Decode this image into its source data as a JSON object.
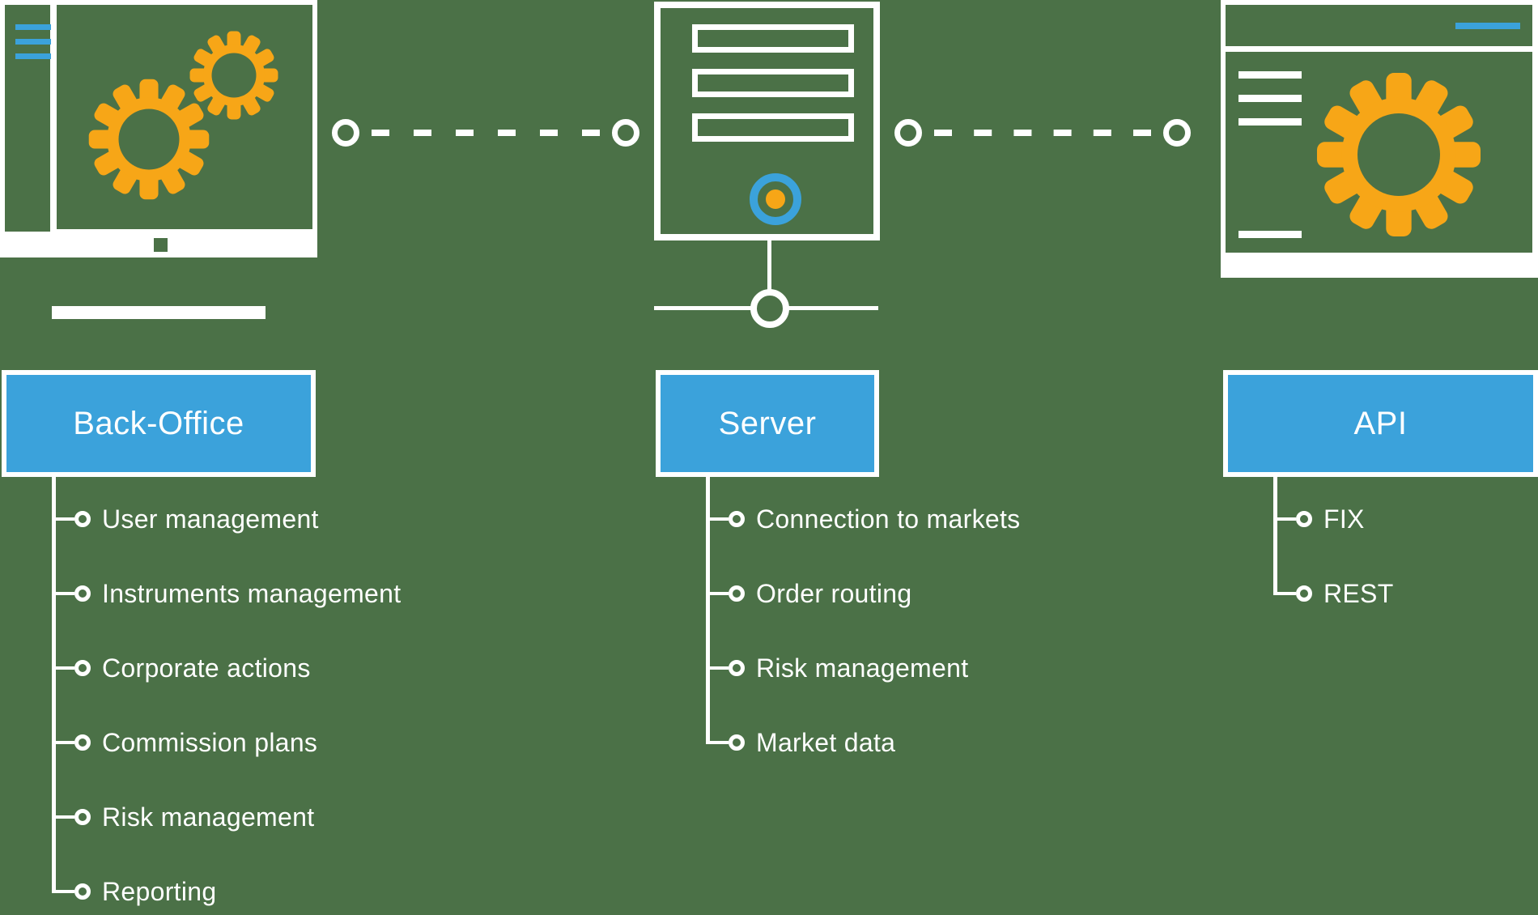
{
  "colors": {
    "background": "#4b7147",
    "accent_blue": "#3ba2db",
    "accent_orange": "#f7a617",
    "white": "#ffffff"
  },
  "icons": {
    "back_office": "monitor-with-gears-icon",
    "server": "server-tower-icon",
    "api": "browser-window-gear-icon",
    "connectors": "dashed-link-with-nodes-icon",
    "menu": "hamburger-menu-icon",
    "indicator": "status-indicator-icon",
    "network": "network-node-icon"
  },
  "columns": [
    {
      "id": "back-office",
      "label": "Back-Office",
      "items": [
        "User management",
        "Instruments management",
        "Corporate actions",
        "Commission plans",
        "Risk management",
        "Reporting"
      ]
    },
    {
      "id": "server",
      "label": "Server",
      "items": [
        "Connection to markets",
        "Order routing",
        "Risk management",
        "Market data"
      ]
    },
    {
      "id": "api",
      "label": "API",
      "items": [
        "FIX",
        "REST"
      ]
    }
  ]
}
